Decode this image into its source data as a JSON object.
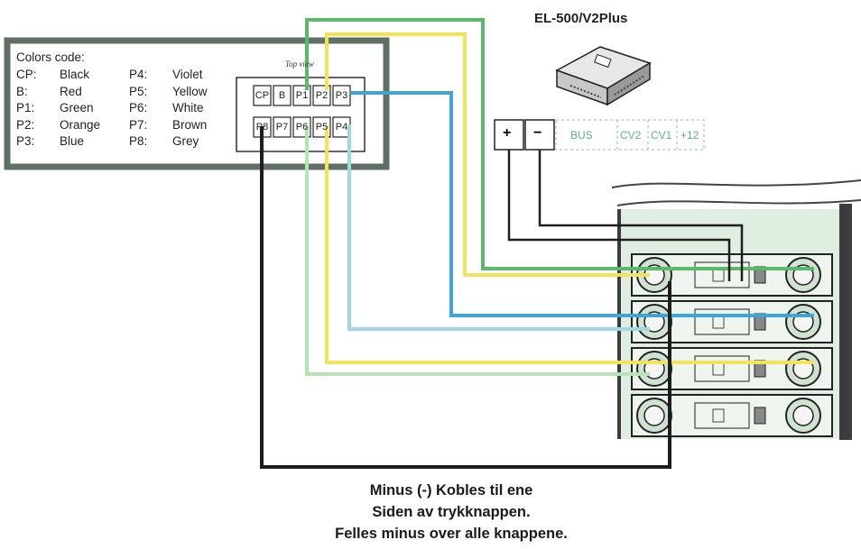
{
  "model_label": "EL-500/V2Plus",
  "legend": {
    "title": "Colors code:",
    "left": [
      {
        "code": "CP:",
        "color": "Black"
      },
      {
        "code": "B:",
        "color": "Red"
      },
      {
        "code": "P1:",
        "color": "Green"
      },
      {
        "code": "P2:",
        "color": "Orange"
      },
      {
        "code": "P3:",
        "color": "Blue"
      }
    ],
    "right": [
      {
        "code": "P4:",
        "color": "Violet"
      },
      {
        "code": "P5:",
        "color": "Yellow"
      },
      {
        "code": "P6:",
        "color": "White"
      },
      {
        "code": "P7:",
        "color": "Brown"
      },
      {
        "code": "P8:",
        "color": "Grey"
      }
    ]
  },
  "connector": {
    "top_pins": [
      "CP",
      "B",
      "P1",
      "P2",
      "P3"
    ],
    "bottom_pins": [
      "P8",
      "P7",
      "P6",
      "P5",
      "P4"
    ],
    "label": "Top view"
  },
  "terminals": [
    "+",
    "−",
    "BUS",
    "CV2",
    "CV1",
    "+12"
  ],
  "caption": [
    "Minus (-) Kobles til ene",
    "Siden av trykknappen.",
    "Felles minus over alle knappene."
  ],
  "wire_colors": {
    "black": "#1e1e1e",
    "green": "#5cb86c",
    "yellow": "#f2e35a",
    "blue": "#3ea6d6",
    "light_blue": "#9fd6e6",
    "light_green": "#b5e3b5",
    "frame": "#5f6f64"
  }
}
